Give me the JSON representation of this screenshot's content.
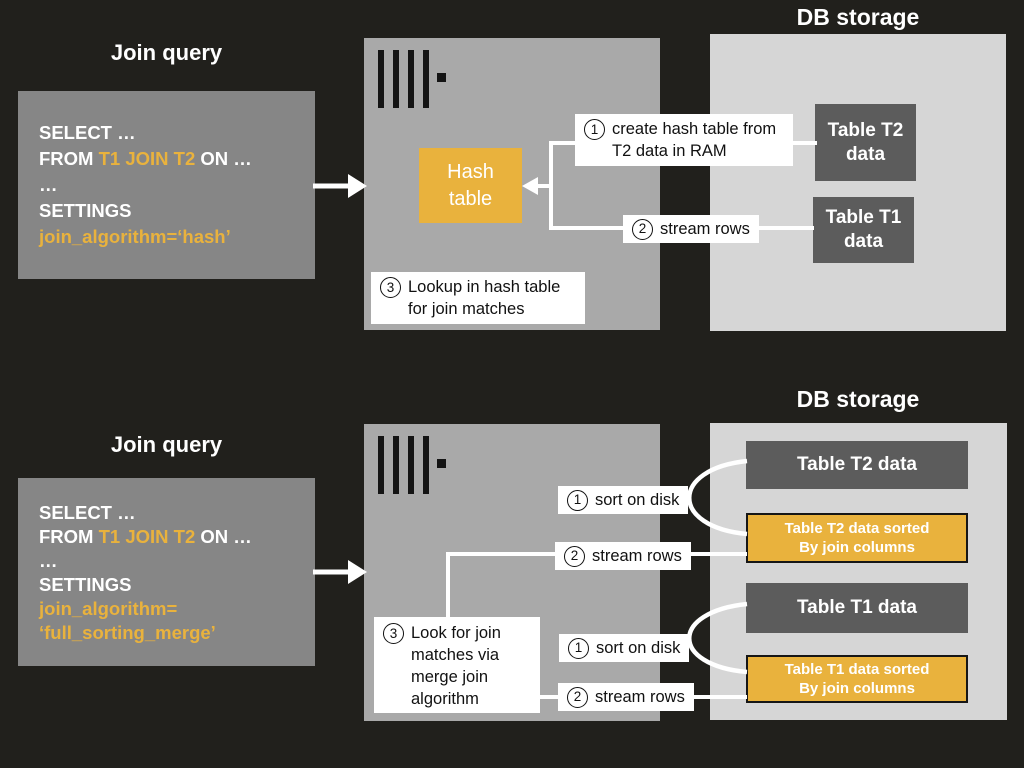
{
  "colors": {
    "background": "#21201c",
    "query_box_gray": "#868686",
    "server_box_gray": "#a9a9a9",
    "db_box_gray": "#d6d6d6",
    "table_box_dark": "#5c5c5c",
    "accent_yellow": "#e9b23d",
    "label_bg": "#ffffff",
    "label_text": "#111111"
  },
  "icons": {
    "server_logo": "clickhouse-bars-logo"
  },
  "hash_join": {
    "title": "Join query",
    "db_title": "DB storage",
    "query": {
      "select": "SELECT …",
      "from_kw": "FROM ",
      "from_tables": "T1 JOIN T2",
      "from_on": " ON …",
      "ellipsis": "…",
      "settings": "SETTINGS",
      "algorithm": "join_algorithm=‘hash’"
    },
    "hash_table_label": "Hash table",
    "steps": {
      "step1": {
        "num": "1",
        "text": "create hash table from T2 data in RAM"
      },
      "step2": {
        "num": "2",
        "text": "stream rows"
      },
      "step3": {
        "num": "3",
        "text": "Lookup in hash table for join matches"
      }
    },
    "tables": {
      "t2": "Table T2 data",
      "t1": "Table T1 data"
    }
  },
  "merge_join": {
    "title": "Join query",
    "db_title": "DB storage",
    "query": {
      "select": "SELECT …",
      "from_kw": "FROM ",
      "from_tables": "T1 JOIN T2",
      "from_on": " ON …",
      "ellipsis": "…",
      "settings": "SETTINGS",
      "algorithm_l1": "join_algorithm=",
      "algorithm_l2": "‘full_sorting_merge’"
    },
    "steps": {
      "sort_t2": {
        "num": "1",
        "text": "sort on disk"
      },
      "stream_t2": {
        "num": "2",
        "text": "stream rows"
      },
      "lookup": {
        "num": "3",
        "text": "Look for join matches via merge join algorithm"
      },
      "sort_t1": {
        "num": "1",
        "text": "sort on disk"
      },
      "stream_t1": {
        "num": "2",
        "text": "stream rows"
      }
    },
    "tables": {
      "t2": "Table T2 data",
      "t2_sorted_l1": "Table T2 data sorted",
      "t2_sorted_l2": "By join columns",
      "t1": "Table T1 data",
      "t1_sorted_l1": "Table T1 data sorted",
      "t1_sorted_l2": "By join columns"
    }
  }
}
